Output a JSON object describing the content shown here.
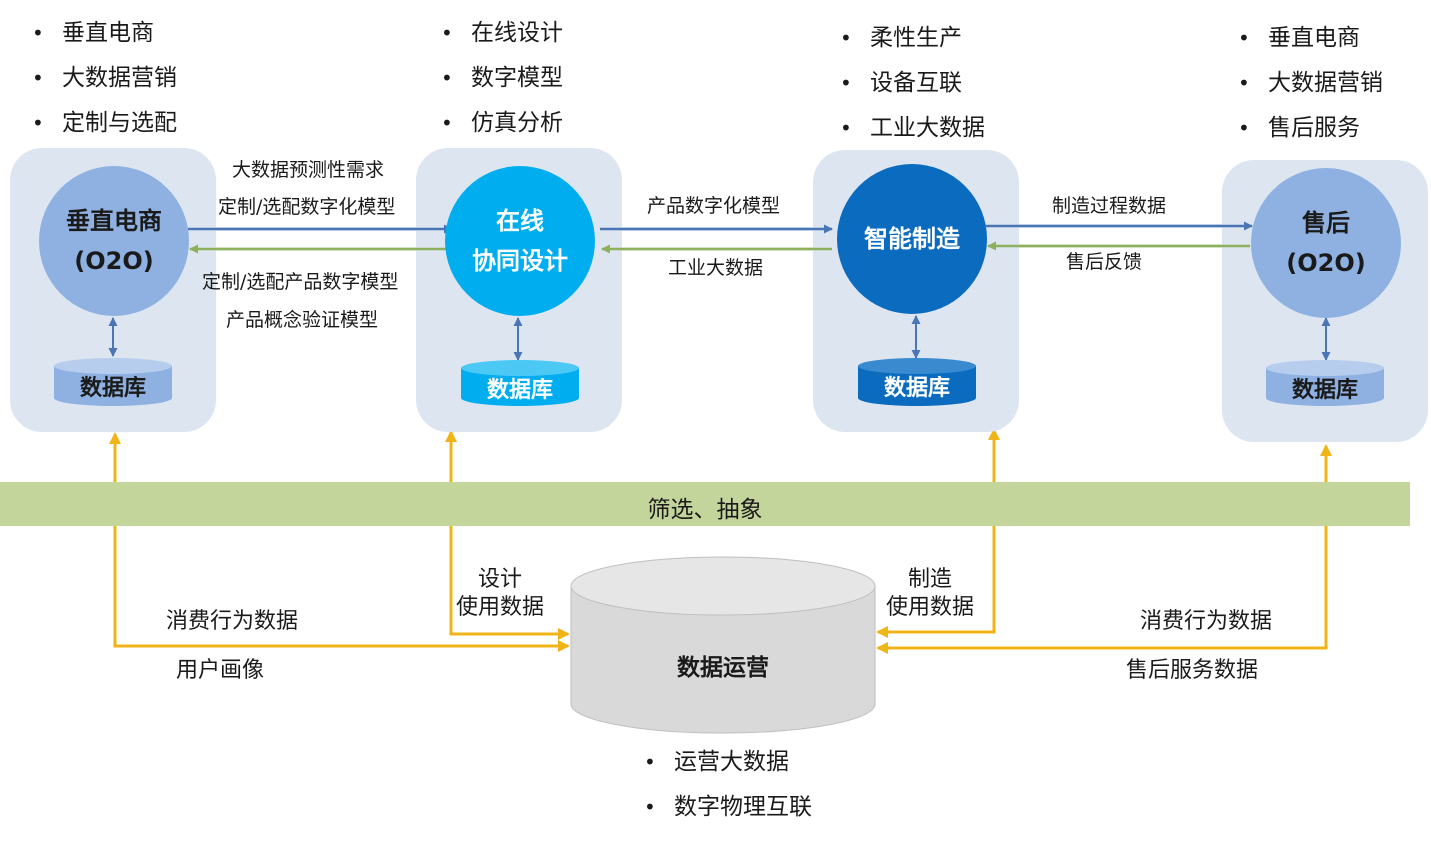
{
  "columns": [
    {
      "bullets": [
        "垂直电商",
        "大数据营销",
        "定制与选配"
      ],
      "circle": [
        "垂直电商",
        "(O2O)"
      ],
      "db": "数据库"
    },
    {
      "bullets": [
        "在线设计",
        "数字模型",
        "仿真分析"
      ],
      "circle": [
        "在线",
        "协同设计"
      ],
      "db": "数据库"
    },
    {
      "bullets": [
        "柔性生产",
        "设备互联",
        "工业大数据"
      ],
      "circle": [
        "智能制造"
      ],
      "db": "数据库"
    },
    {
      "bullets": [
        "垂直电商",
        "大数据营销",
        "售后服务"
      ],
      "circle": [
        "售后",
        "(O2O)"
      ],
      "db": "数据库"
    }
  ],
  "flows": {
    "c1_c2_top": [
      "大数据预测性需求",
      "定制/选配数字化模型"
    ],
    "c1_c2_bottom": [
      "定制/选配产品数字模型",
      "产品概念验证模型"
    ],
    "c2_c3_top": "产品数字化模型",
    "c2_c3_bottom": "工业大数据",
    "c3_c4_top": "制造过程数据",
    "c3_c4_bottom": "售后反馈"
  },
  "band": "筛选、抽象",
  "ops": {
    "title": "数据运营",
    "bullets": [
      "运营大数据",
      "数字物理互联"
    ],
    "left_top": "消费行为数据",
    "left_bottom": "用户画像",
    "design": [
      "设计",
      "使用数据"
    ],
    "manufacture": [
      "制造",
      "使用数据"
    ],
    "right_top": "消费行为数据",
    "right_bottom": "售后服务数据"
  },
  "colors": {
    "panel": "#dde6f0",
    "blue_arrow": "#4a76b5",
    "green_arrow": "#8db05c",
    "yellow_arrow": "#f0b419",
    "band": "#c4d59c"
  }
}
